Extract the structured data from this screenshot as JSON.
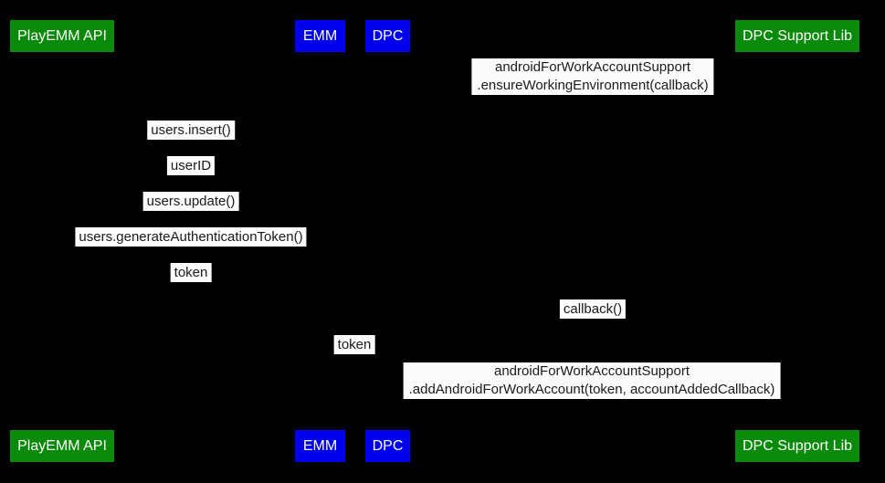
{
  "participants": {
    "play_emm_api": {
      "label": "PlayEMM API"
    },
    "emm": {
      "label": "EMM"
    },
    "dpc": {
      "label": "DPC"
    },
    "dpc_support_lib": {
      "label": "DPC Support Lib"
    }
  },
  "messages": {
    "ensure_working_environment": {
      "line1": "androidForWorkAccountSupport",
      "line2": ".ensureWorkingEnvironment(callback)"
    },
    "users_insert": {
      "label": "users.insert()"
    },
    "user_id": {
      "label": "userID"
    },
    "users_update": {
      "label": "users.update()"
    },
    "users_generate_authentication_token": {
      "label": "users.generateAuthenticationToken()"
    },
    "token_to_emm": {
      "label": "token"
    },
    "callback": {
      "label": "callback()"
    },
    "token_to_dpc": {
      "label": "token"
    },
    "add_android_for_work_account": {
      "line1": "androidForWorkAccountSupport",
      "line2": ".addAndroidForWorkAccount(token, accountAddedCallback)"
    }
  },
  "colors": {
    "background": "#000000",
    "actor_green": "#0a8a0a",
    "actor_blue": "#0000ee",
    "actor_text": "#ffffff",
    "message_background": "#fcfcfc",
    "message_text": "#1b1b1b"
  }
}
